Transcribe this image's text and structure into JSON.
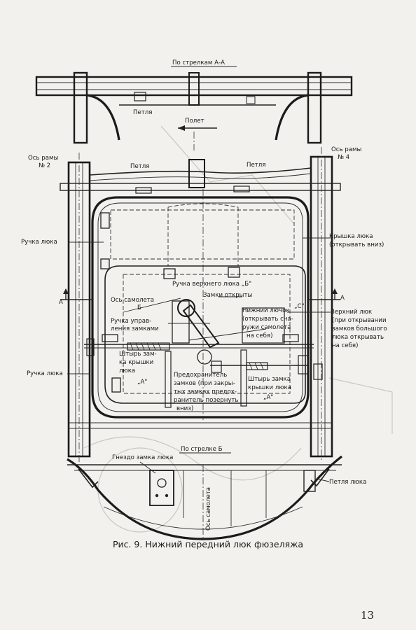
{
  "labels": {
    "section_aa": "По стрелкам А-А",
    "hinge_top": "Петля",
    "flight": "Полет",
    "frame_axis_2_line1": "Ось рамы",
    "frame_axis_2_line2": "№ 2",
    "frame_axis_4_line1": "Ось рамы",
    "frame_axis_4_line2": "№ 4",
    "hinge_left": "Петля",
    "hinge_right": "Петля",
    "hatch_handle_left": "Ручка люка",
    "hatch_cover_line1": "Крышка люка",
    "hatch_cover_line2": "(открывать вниз)",
    "upper_hatch_handle": "Ручка верхнего люка „Б\"",
    "aircraft_axis_line1": "Ось самолета",
    "aircraft_axis_line2": "Б",
    "locks_open": "Замки открыты",
    "section_a_left": "А",
    "section_a_right": "А",
    "lock_control_line1": "Ручка управ-",
    "lock_control_line2": "ления замками",
    "lower_hatch_line1": "Нижний лючок",
    "lower_hatch_c": "„С\"",
    "lower_hatch_line2": "(открывать сна-",
    "lower_hatch_line3": "ружи самолета",
    "lower_hatch_line4": "на себя)",
    "upper_hatch_line1": "Верхний люк",
    "upper_hatch_line2": "(при открывании",
    "upper_hatch_line3": "замков большого",
    "upper_hatch_line4": "люка открывать",
    "upper_hatch_line5": "на себя)",
    "hatch_handle_lower": "Ручка люка",
    "lock_pin_left_line1": "Штырь зам-",
    "lock_pin_left_line2": "ка крышки",
    "lock_pin_left_line3": "люка",
    "lock_pin_left_line4": "„А\"",
    "safety_line1": "Предохранитель",
    "safety_line2": "замков (при закры-",
    "safety_line3": "тых замках предох-",
    "safety_line4": "ранитель позернуть",
    "safety_line5": "вниз)",
    "lock_pin_right_line1": "Штырь замка",
    "lock_pin_right_line2": "крышки люка",
    "lock_pin_right_line3": "„А\"",
    "section_b": "По стрелке Б",
    "lock_socket": "Гнездо замка люка",
    "hinge_bottom": "Петля люка",
    "aircraft_axis_vertical": "Ось самолета"
  },
  "caption": "Рис. 9. Нижний передний люк фюзеляжа",
  "page_number": "13"
}
